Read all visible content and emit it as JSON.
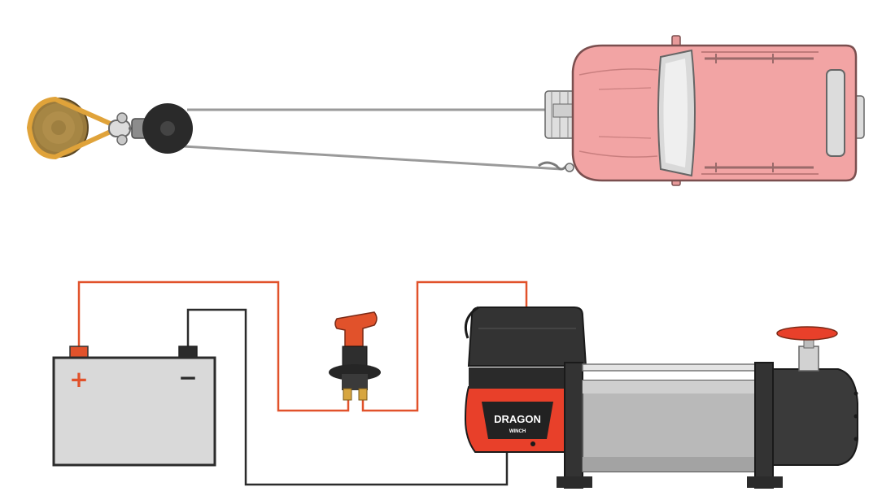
{
  "diagram": {
    "top_scene": "winch-pulling-setup",
    "bottom_scene": "winch-wiring"
  },
  "battery": {
    "positive_symbol": "+",
    "negative_symbol": "−"
  },
  "winch": {
    "brand_main": "DRAGON",
    "brand_sub": "WINCH"
  },
  "colors": {
    "vehicle_body": "#f2a4a4",
    "vehicle_outline": "#7a4f4f",
    "positive_wire": "#e1522b",
    "negative_wire": "#2b2b2b",
    "rope": "#9a9a9a",
    "strap": "#e0a33a",
    "winch_red": "#e8402a",
    "winch_black": "#333333",
    "drum": "#b9b9b9",
    "battery_body": "#d9d9d9"
  }
}
